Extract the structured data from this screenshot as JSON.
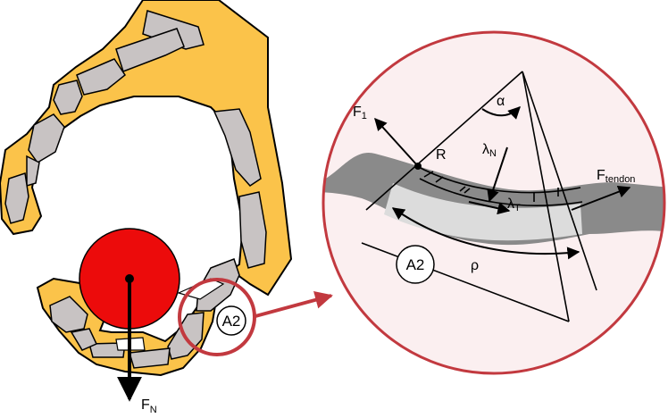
{
  "colors": {
    "skin": "#fbc34a",
    "bone": "#c8c3c3",
    "ball": "#ec0b0b",
    "zoom_outline": "#c2393f",
    "zoom_fill": "#fbeff0",
    "tendon": "#8a8a8a",
    "sheath": "#dcdcdc",
    "outline": "#000000"
  },
  "labels": {
    "force_normal": {
      "main": "F",
      "sub": "N"
    },
    "pulley_small": "A2",
    "force_one": {
      "main": "F",
      "sub": "1"
    },
    "radius": "R",
    "angle": "α",
    "lambda_n": {
      "main": "λ",
      "sub": "N"
    },
    "lambda_t": {
      "main": "λ",
      "sub": "T"
    },
    "force_tendon": {
      "main": "F",
      "sub": "tendon"
    },
    "pulley_large": "A2",
    "rho": "ρ"
  }
}
